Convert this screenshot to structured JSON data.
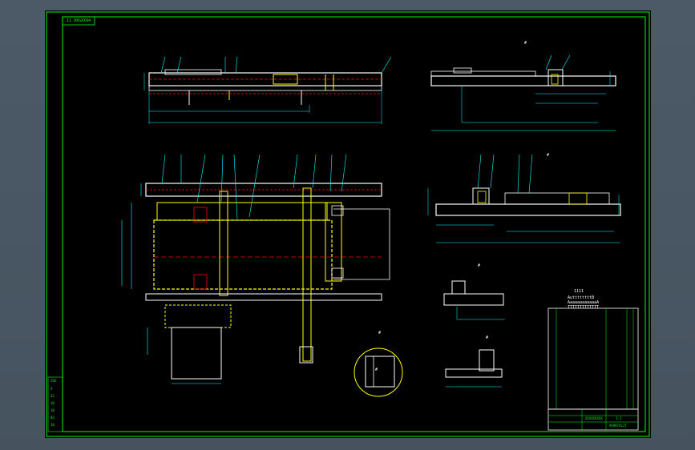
{
  "sheet": {
    "drawing_tag": "11 9XGXX94",
    "section_mark_top": "#",
    "section_mark_right": "#",
    "detail_mark_a": "#",
    "detail_mark_b": "#",
    "detail_mark_c": "#",
    "detail_center": "#",
    "notes_title": "1111",
    "note_lines": [
      "AuttttttttB",
      "AaaaaaaaaaaaA",
      "TTTTTTTTTTTTT"
    ]
  },
  "title_block": {
    "left_strip": [
      "ZSE",
      "X",
      "22",
      "18",
      "18",
      "03",
      "18"
    ],
    "drawing_number": "9X98/XLJ7",
    "scale": "1:1",
    "drawing_name": "XXXXXXXXX"
  },
  "colors": {
    "frame": "#00ff00",
    "outline": "#ffffff",
    "dim": "#00ffff",
    "hidden": "#ff0000",
    "weld": "#ffff00",
    "leader": "#00ffff"
  }
}
